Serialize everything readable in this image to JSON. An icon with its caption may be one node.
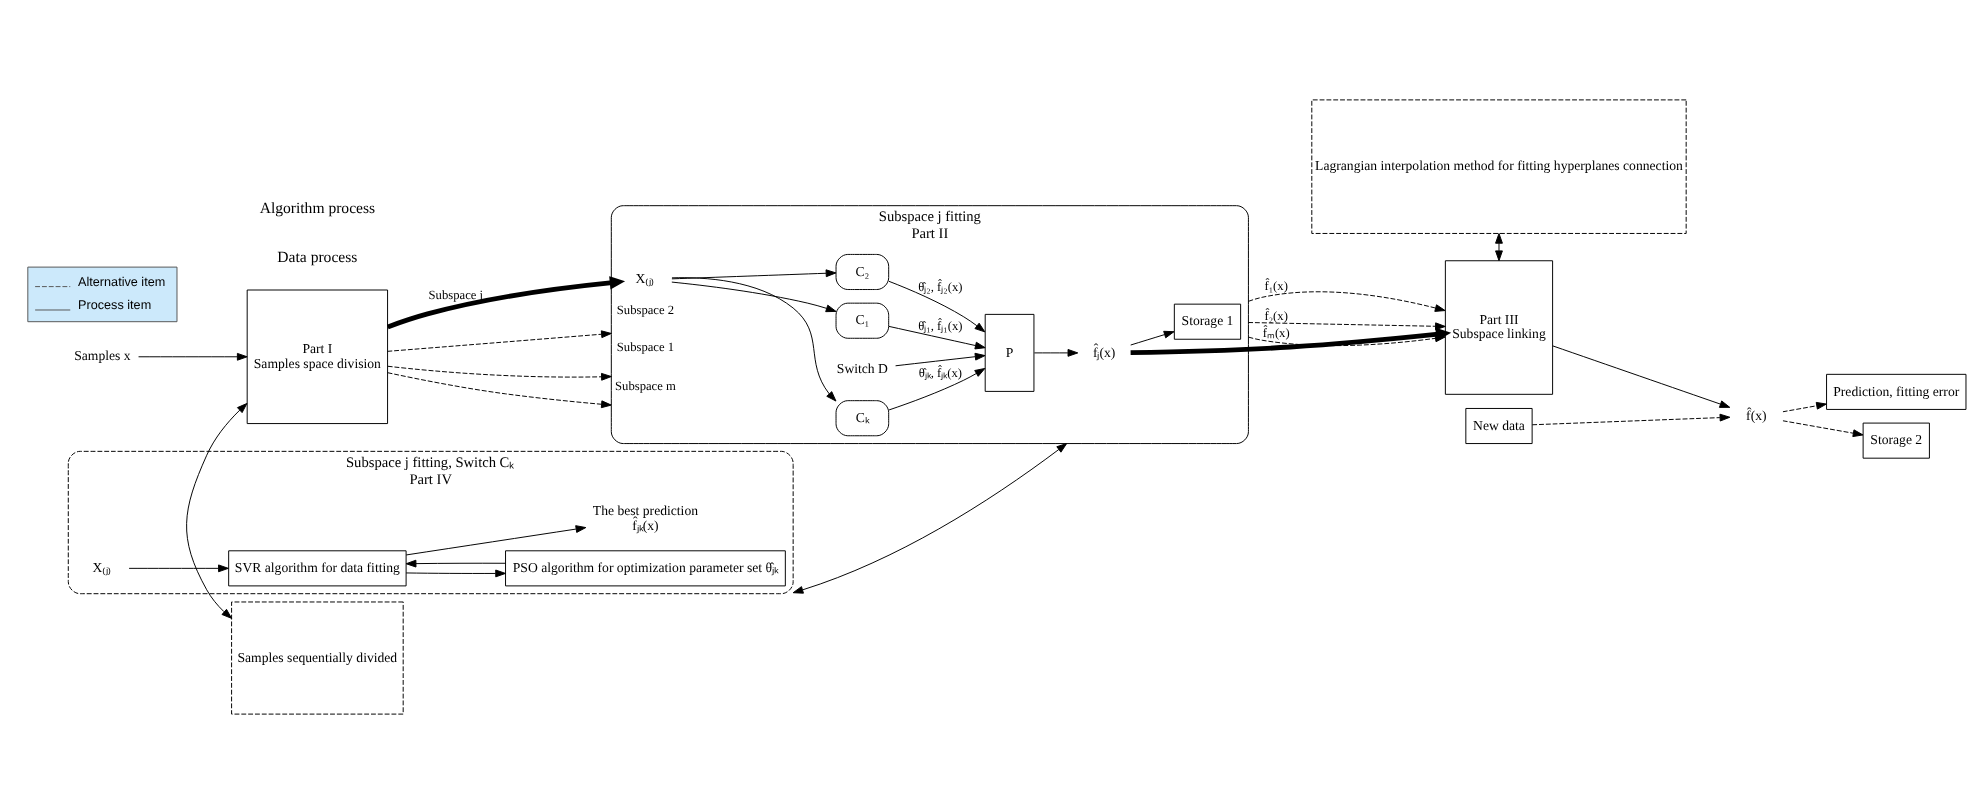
{
  "diagram": {
    "nodes": [
      {
        "text": [
          "Samples x"
        ]
      },
      {
        "text": [
          "Part I",
          "Samples space division"
        ]
      },
      {
        "text": [
          "Subspace j fitting",
          "Part II"
        ]
      },
      {
        "text": [
          "X₍ⱼ₎"
        ],
        "in": 2
      },
      {
        "text": [
          "C₁"
        ],
        "in": 2
      },
      {
        "text": [
          "C₂"
        ],
        "in": 2
      },
      {
        "text": [
          "Cₖ"
        ],
        "in": 2
      },
      {
        "text": [
          "Switch D"
        ],
        "in": 2
      },
      {
        "text": [
          "P"
        ],
        "in": 2
      },
      {
        "text": [
          "f̂ⱼ(x)"
        ],
        "in": 2
      },
      {
        "text": [
          "Storage 1"
        ],
        "in": 2
      },
      {
        "text": [
          "Part III",
          "Subspace linking"
        ]
      },
      {
        "text": [
          "New data"
        ]
      },
      {
        "text": [
          "f̂(x)"
        ]
      },
      {
        "text": [
          "Prediction, fitting error"
        ]
      },
      {
        "text": [
          "Storage 2"
        ]
      },
      {
        "text": [
          "Samples sequentially divided"
        ]
      },
      {
        "text": [
          "Subspace j fitting, Switch Cₖ",
          "Part IV"
        ]
      },
      {
        "text": [
          "X₍ⱼ₎"
        ],
        "in": 17
      },
      {
        "text": [
          "SVR algorithm for data fitting"
        ],
        "in": 17
      },
      {
        "text": [
          "The best prediction",
          "f̂ⱼₖ(x)"
        ],
        "in": 17
      },
      {
        "text": [
          "PSO algorithm for optimization parameter set θ̂ⱼₖ"
        ],
        "in": 17
      },
      {
        "text": [
          "Lagrangian interpolation method for fitting hyperplanes connection"
        ]
      }
    ],
    "edges": [
      {
        "from": 0,
        "to": 1,
        "arrow": "to"
      },
      {
        "from": 1,
        "to": 2,
        "arrow": "to",
        "label": "Subspace 1",
        "style": "dashed"
      },
      {
        "from": 1,
        "to": 2,
        "arrow": "to",
        "label": "Subspace 2",
        "style": "dashed"
      },
      {
        "from": 1,
        "to": 3,
        "arrow": "to",
        "label": "Subspace j",
        "style": "thick"
      },
      {
        "from": 1,
        "to": 2,
        "arrow": "to",
        "label": "Subspace m",
        "style": "dashed"
      },
      {
        "from": 3,
        "to": 4,
        "arrow": "to"
      },
      {
        "from": 3,
        "to": 5,
        "arrow": "to"
      },
      {
        "from": 3,
        "to": 6,
        "arrow": "to"
      },
      {
        "from": 4,
        "to": 8,
        "arrow": "to",
        "label": "θ̂ⱼ₁, f̂ⱼ₁(x)"
      },
      {
        "from": 5,
        "to": 8,
        "arrow": "to",
        "label": "θ̂ⱼ₂, f̂ⱼ₂(x)"
      },
      {
        "from": 6,
        "to": 8,
        "arrow": "to",
        "label": "θ̂ⱼₖ, f̂ⱼₖ(x)"
      },
      {
        "from": 7,
        "to": 8,
        "arrow": "to"
      },
      {
        "from": 8,
        "to": 9,
        "arrow": "to"
      },
      {
        "from": 9,
        "to": 10,
        "arrow": "to"
      },
      {
        "from": 9,
        "to": 11,
        "arrow": "to",
        "style": "thick"
      },
      {
        "from": 2,
        "to": 11,
        "arrow": "to",
        "label": "f̂₁(x)",
        "style": "dashed"
      },
      {
        "from": 2,
        "to": 11,
        "arrow": "to",
        "label": "f̂₂(x)",
        "style": "dashed"
      },
      {
        "from": 2,
        "to": 11,
        "arrow": "to",
        "label": "f̂ₘ(x)",
        "style": "dashed"
      },
      {
        "from": 11,
        "to": 13,
        "arrow": "to"
      },
      {
        "from": 12,
        "to": 13,
        "arrow": "to",
        "style": "dashed"
      },
      {
        "from": 13,
        "to": 14,
        "arrow": "to",
        "style": "dashed"
      },
      {
        "from": 13,
        "to": 15,
        "arrow": "to",
        "style": "dashed"
      },
      {
        "from": 1,
        "to": 16,
        "arrow": "both"
      },
      {
        "from": 2,
        "to": 17,
        "arrow": "both"
      },
      {
        "from": 11,
        "to": 22,
        "arrow": "both"
      },
      {
        "from": 18,
        "to": 19,
        "arrow": "to"
      },
      {
        "from": 19,
        "to": 20,
        "arrow": "to"
      },
      {
        "from": 19,
        "to": 21,
        "arrow": "to"
      },
      {
        "from": 21,
        "to": 19,
        "arrow": "to"
      }
    ],
    "labels": [
      "Data process",
      "Algorithm process"
    ],
    "legend": [
      {
        "text": "Alternative item"
      },
      {
        "text": "Process item"
      }
    ]
  }
}
